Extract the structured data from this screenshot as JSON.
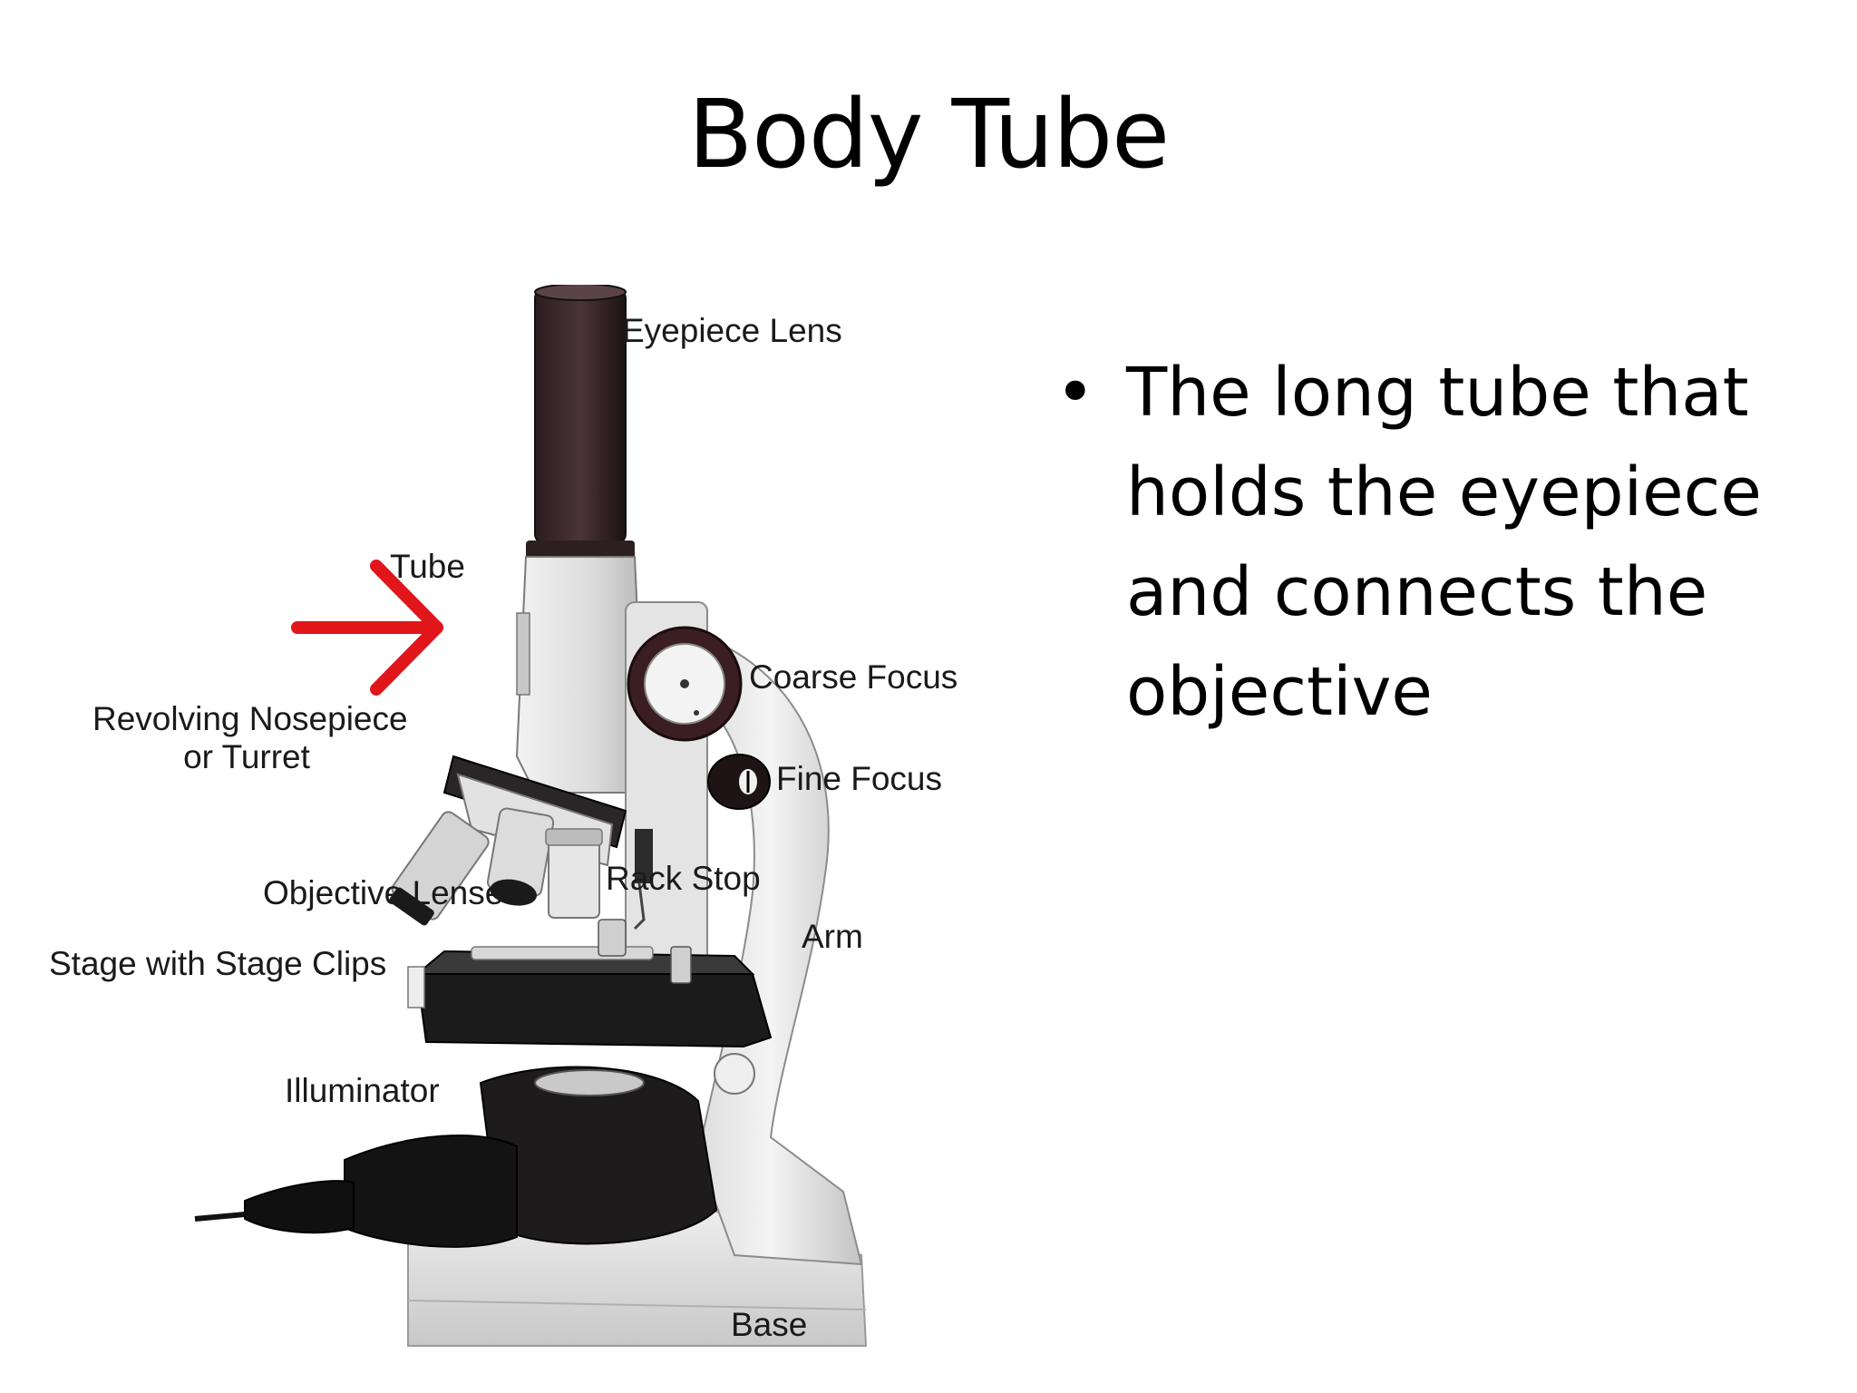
{
  "slide": {
    "title": "Body Tube"
  },
  "diagram": {
    "labels": {
      "eyepiece_lens": "Eyepiece Lens",
      "tube": "Tube",
      "revolving_nosepiece_line1": "Revolving Nosepiece",
      "revolving_nosepiece_line2": "or Turret",
      "coarse_focus": "Coarse Focus",
      "fine_focus": "Fine Focus",
      "objective_lenses": "Objective Lenses",
      "rack_stop": "Rack Stop",
      "arm": "Arm",
      "stage": "Stage with Stage Clips",
      "illuminator": "Illuminator",
      "base": "Base"
    },
    "arrow_color": "#e0161b"
  },
  "bullets": [
    {
      "text": "The long tube that holds the eyepiece and connects the objective"
    }
  ]
}
